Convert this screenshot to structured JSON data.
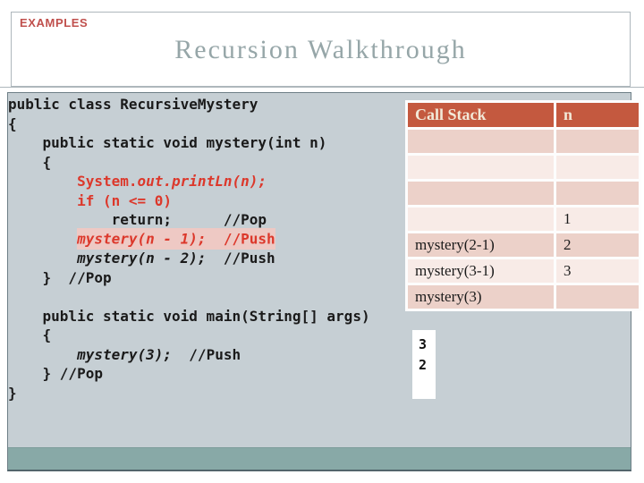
{
  "slide": {
    "kicker": "EXAMPLES",
    "title": "Recursion Walkthrough"
  },
  "code": {
    "lines": [
      {
        "segments": [
          {
            "t": "public class RecursiveMystery",
            "s": "k"
          }
        ]
      },
      {
        "segments": [
          {
            "t": "{",
            "s": "k"
          }
        ]
      },
      {
        "segments": [
          {
            "t": "    public static void mystery(int n)",
            "s": "k"
          }
        ]
      },
      {
        "segments": [
          {
            "t": "    {",
            "s": "k"
          }
        ]
      },
      {
        "segments": [
          {
            "t": "        ",
            "s": "k"
          },
          {
            "t": "System.",
            "s": "r"
          },
          {
            "t": "out.printLn(n);",
            "s": "rbi"
          }
        ]
      },
      {
        "segments": [
          {
            "t": "        ",
            "s": "k"
          },
          {
            "t": "if (n <= 0)",
            "s": "rb"
          }
        ]
      },
      {
        "segments": [
          {
            "t": "            return;      //Pop",
            "s": "k"
          }
        ]
      },
      {
        "segments": [
          {
            "t": "        ",
            "s": "k"
          },
          {
            "t": "mystery(n - 1);",
            "s": "ri",
            "h": true
          },
          {
            "t": "  ",
            "s": "r",
            "h": true
          },
          {
            "t": "//Push",
            "s": "rb",
            "h": true
          }
        ]
      },
      {
        "segments": [
          {
            "t": "        ",
            "s": "k"
          },
          {
            "t": "mystery(n - 2);",
            "s": "ki"
          },
          {
            "t": "  //Push",
            "s": "k"
          }
        ]
      },
      {
        "segments": [
          {
            "t": "    }  //Pop",
            "s": "k"
          }
        ]
      },
      {
        "segments": []
      },
      {
        "segments": [
          {
            "t": "    public static void main(String[] args)",
            "s": "k"
          }
        ]
      },
      {
        "segments": [
          {
            "t": "    {",
            "s": "k"
          }
        ]
      },
      {
        "segments": [
          {
            "t": "        ",
            "s": "k"
          },
          {
            "t": "mystery(3);",
            "s": "ki"
          },
          {
            "t": "  //Push",
            "s": "k"
          }
        ]
      },
      {
        "segments": [
          {
            "t": "    } //Pop",
            "s": "k"
          }
        ]
      },
      {
        "segments": [
          {
            "t": "}",
            "s": "k"
          }
        ]
      }
    ]
  },
  "call_stack_table": {
    "headers": [
      "Call Stack",
      "n"
    ],
    "rows": [
      {
        "call": "",
        "n": ""
      },
      {
        "call": "",
        "n": ""
      },
      {
        "call": "",
        "n": ""
      },
      {
        "call": "",
        "n": "1"
      },
      {
        "call": "mystery(2-1)",
        "n": "2"
      },
      {
        "call": "mystery(3-1)",
        "n": "3"
      },
      {
        "call": "mystery(3)",
        "n": ""
      }
    ]
  },
  "output_box": {
    "values": [
      "3",
      "2"
    ]
  },
  "colors": {
    "kicker_red": "#c0504d",
    "title_gray": "#96a6a8",
    "content_background": "#c6cfd4",
    "footer_teal": "#88a9a7",
    "code_red": "#dc382b",
    "code_highlight": "#eec9c4",
    "table_header_background": "#c4593f",
    "table_header_text": "#f2e9d8",
    "table_row_dark": "#ecd1c9",
    "table_row_light": "#f8ebe7"
  }
}
